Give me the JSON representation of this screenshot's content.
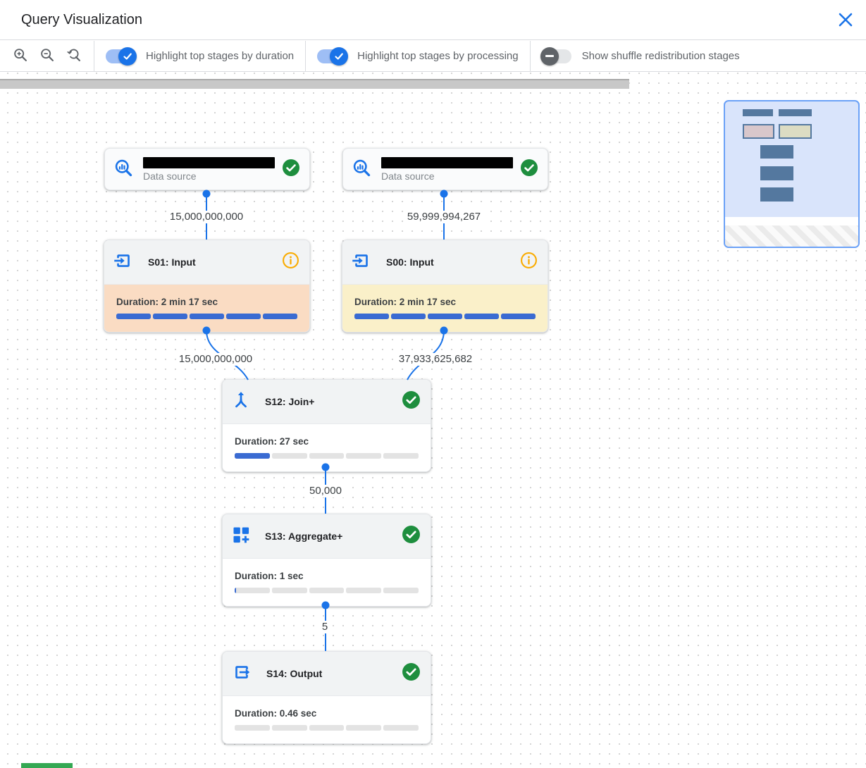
{
  "header": {
    "title": "Query Visualization"
  },
  "toolbar": {
    "zoom_controls": [
      "zoom-in",
      "zoom-out",
      "zoom-reset"
    ],
    "toggles": [
      {
        "label": "Highlight top stages by duration",
        "state": "on"
      },
      {
        "label": "Highlight top stages by processing",
        "state": "on"
      },
      {
        "label": "Show shuffle redistribution stages",
        "state": "off"
      }
    ]
  },
  "graph": {
    "sources": [
      {
        "label": "Data source",
        "name": "[redacted]",
        "status": "completed"
      },
      {
        "label": "Data source",
        "name": "[redacted]",
        "status": "completed"
      }
    ],
    "stages": [
      {
        "title": "S01: Input",
        "duration": "Duration: 2 min 17 sec",
        "highlight": "duration",
        "status": "info",
        "progress": [
          100,
          100,
          100,
          100,
          100
        ]
      },
      {
        "title": "S00: Input",
        "duration": "Duration: 2 min 17 sec",
        "highlight": "processing",
        "status": "info",
        "progress": [
          100,
          100,
          100,
          100,
          100
        ]
      },
      {
        "title": "S12: Join+",
        "duration": "Duration: 27 sec",
        "highlight": "none",
        "status": "completed",
        "progress": [
          100,
          0,
          0,
          0,
          0
        ]
      },
      {
        "title": "S13: Aggregate+",
        "duration": "Duration: 1 sec",
        "highlight": "none",
        "status": "completed",
        "progress": [
          4,
          0,
          0,
          0,
          0
        ]
      },
      {
        "title": "S14: Output",
        "duration": "Duration: 0.46 sec",
        "highlight": "none",
        "status": "completed",
        "progress": [
          0,
          0,
          0,
          0,
          0
        ]
      }
    ],
    "edges": [
      {
        "from": "source-1",
        "to": "S01",
        "label": "15,000,000,000"
      },
      {
        "from": "source-2",
        "to": "S00",
        "label": "59,999,994,267"
      },
      {
        "from": "S01",
        "to": "S12",
        "label": "15,000,000,000"
      },
      {
        "from": "S00",
        "to": "S12",
        "label": "37,933,625,682"
      },
      {
        "from": "S12",
        "to": "S13",
        "label": "50,000"
      },
      {
        "from": "S13",
        "to": "S14",
        "label": "5"
      }
    ]
  },
  "colors": {
    "accent_blue": "#1a73e8",
    "progress_blue": "#3a6bd2",
    "status_green": "#1e8e3e",
    "info_orange": "#f9ab00",
    "duration_highlight": "#fadcc3",
    "processing_highlight": "#faf0c9"
  }
}
